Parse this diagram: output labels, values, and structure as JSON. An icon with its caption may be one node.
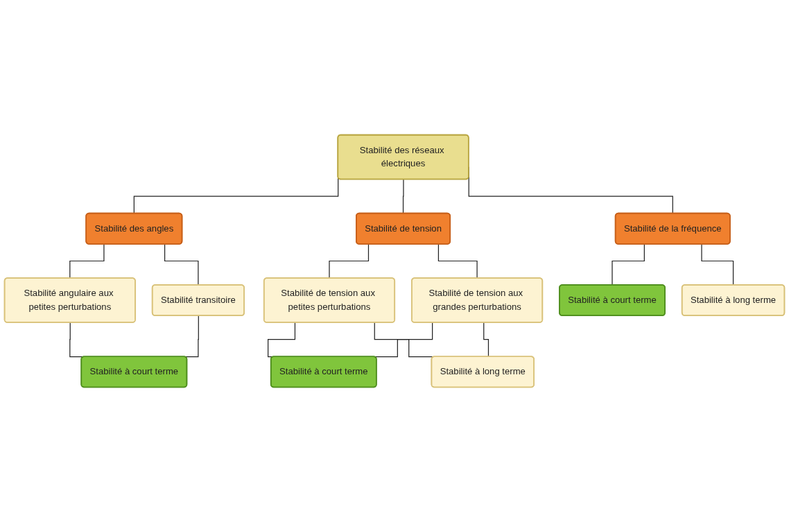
{
  "diagram": {
    "nodes": [
      {
        "text": [
          "Stabilité des réseaux électriques"
        ]
      },
      {
        "text": [
          "Stabilité des angles"
        ]
      },
      {
        "text": [
          "Stabilité de la fréquence"
        ]
      },
      {
        "text": [
          "Stabilité de tension"
        ]
      },
      {
        "text": [
          "Stabilité angulaire aux petites perturbations"
        ]
      },
      {
        "text": [
          "Stabilité transitoire"
        ]
      },
      {
        "text": [
          "Stabilité de tension aux petites perturbations"
        ]
      },
      {
        "text": [
          "Stabilité de tension aux grandes perturbations"
        ]
      },
      {
        "text": [
          "Stabilité à court terme"
        ]
      },
      {
        "text": [
          "Stabilité à court terme"
        ]
      },
      {
        "text": [
          "Stabilité à long terme"
        ]
      },
      {
        "text": [
          "Stabilité à court terme"
        ]
      },
      {
        "text": [
          "Stabilité à long terme"
        ]
      }
    ],
    "edges": [
      {
        "from": 0,
        "to": 1,
        "arrow": "none"
      },
      {
        "from": 0,
        "to": 2,
        "arrow": "none"
      },
      {
        "from": 0,
        "to": 3,
        "arrow": "none"
      },
      {
        "from": 1,
        "to": 4,
        "arrow": "none"
      },
      {
        "from": 1,
        "to": 5,
        "arrow": "none"
      },
      {
        "from": 3,
        "to": 6,
        "arrow": "none"
      },
      {
        "from": 3,
        "to": 7,
        "arrow": "none"
      },
      {
        "from": 4,
        "to": 8,
        "arrow": "none"
      },
      {
        "from": 5,
        "to": 8,
        "arrow": "none"
      },
      {
        "from": 2,
        "to": 9,
        "arrow": "none"
      },
      {
        "from": 2,
        "to": 10,
        "arrow": "none"
      },
      {
        "from": 6,
        "to": 11,
        "arrow": "none"
      },
      {
        "from": 6,
        "to": 12,
        "arrow": "none"
      },
      {
        "from": 7,
        "to": 11,
        "arrow": "none"
      },
      {
        "from": 7,
        "to": 12,
        "arrow": "none"
      }
    ]
  }
}
